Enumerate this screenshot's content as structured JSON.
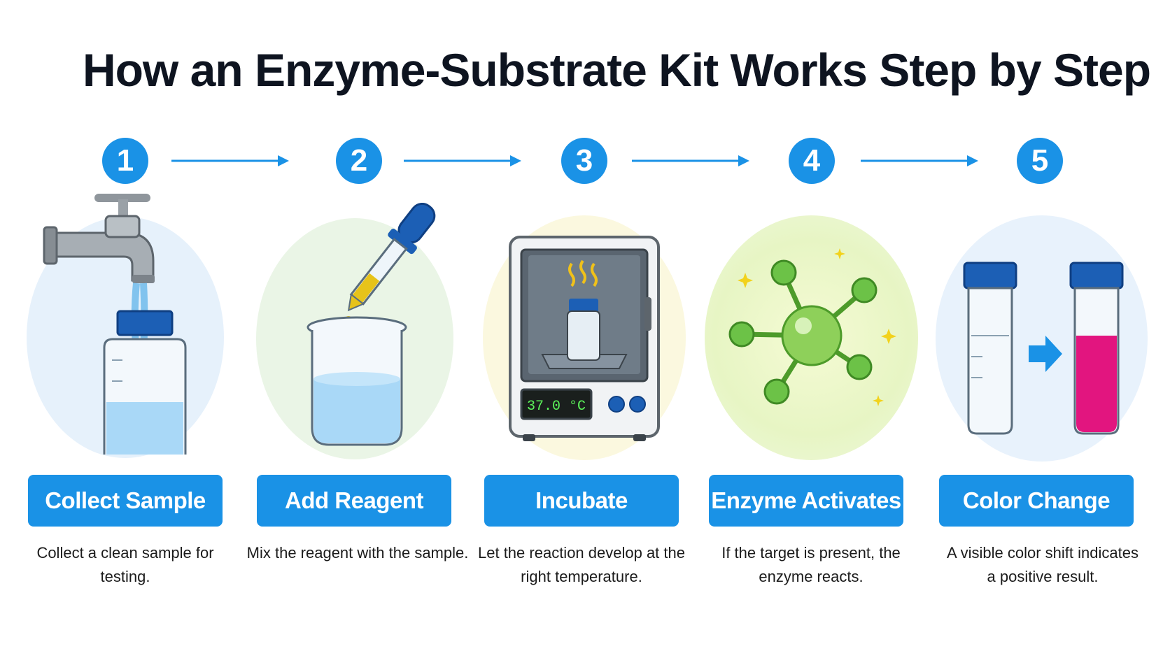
{
  "title": "How an Enzyme-Substrate Kit Works Step by Step",
  "colors": {
    "accent": "#1a92e6",
    "title": "#0e1420",
    "liquid": "#a9d8f7",
    "pink": "#e2157f",
    "enzyme": "#7cc444"
  },
  "steps": [
    {
      "number": "1",
      "label": "Collect Sample",
      "desc_line1": "Collect a clean sample for testing.",
      "desc_line2": ""
    },
    {
      "number": "2",
      "label": "Add Reagent",
      "desc_line1": "Mix the reagent with the sample.",
      "desc_line2": ""
    },
    {
      "number": "3",
      "label": "Incubate",
      "desc_line1": "Let the reaction develop at the",
      "desc_line2": "right temperature."
    },
    {
      "number": "4",
      "label": "Enzyme Activates",
      "desc_line1": "If the target is present, the",
      "desc_line2": "enzyme reacts."
    },
    {
      "number": "5",
      "label": "Color Change",
      "desc_line1": "A visible color shift indicates",
      "desc_line2": "a positive result."
    }
  ],
  "incubator_display": "37.0 °C"
}
